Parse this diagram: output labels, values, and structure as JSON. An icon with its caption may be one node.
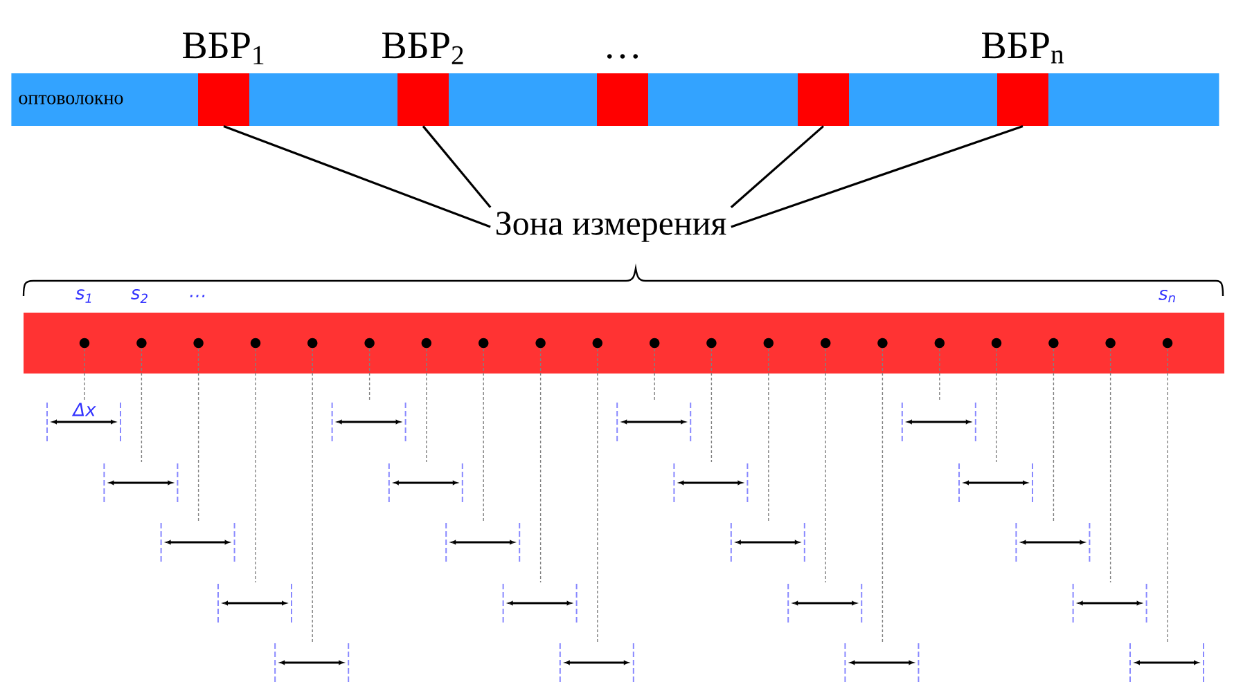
{
  "diagram": {
    "nodes": [
      {
        "text": [
          "оптоволокно"
        ]
      },
      {
        "text": [],
        "shape": "box",
        "in": 0,
        "beside": [
          "ВБР$_{1}$"
        ]
      },
      {
        "text": [],
        "shape": "box",
        "in": 0,
        "beside": [
          "ВБР$_{2}$"
        ]
      },
      {
        "text": [],
        "shape": "box",
        "in": 0,
        "beside": [
          "…"
        ]
      },
      {
        "text": [],
        "shape": "box",
        "in": 0
      },
      {
        "text": [],
        "shape": "box",
        "in": 0,
        "beside": [
          "ВБР$_{n}$"
        ]
      },
      {
        "text": [
          "Зона измерения"
        ]
      }
    ],
    "edges": [
      {
        "from": 1,
        "to": 6,
        "arrow": "none"
      },
      {
        "from": 2,
        "to": 6,
        "arrow": "none"
      },
      {
        "from": 4,
        "to": 6,
        "arrow": "none"
      },
      {
        "from": 5,
        "to": 6,
        "arrow": "none"
      }
    ],
    "labels": [
      "s$_{1}$",
      "s$_{2}$",
      "…",
      "s$_{n}$",
      "Δx"
    ]
  }
}
